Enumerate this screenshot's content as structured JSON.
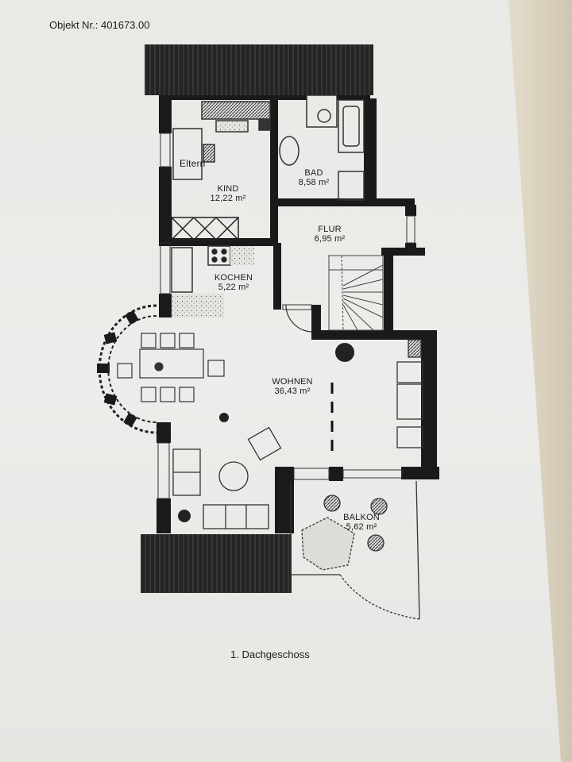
{
  "document": {
    "object_number": "Objekt Nr.: 401673.00",
    "floor_caption": "1. Dachgeschoss"
  },
  "rooms": {
    "eltern": {
      "name": "Eltern"
    },
    "kind": {
      "name": "KIND",
      "area": "12,22 m²"
    },
    "bad": {
      "name": "BAD",
      "area": "8,58 m²"
    },
    "flur": {
      "name": "FLUR",
      "area": "6,95 m²"
    },
    "kochen": {
      "name": "KOCHEN",
      "area": "5,22 m²"
    },
    "wohnen": {
      "name": "WOHNEN",
      "area": "36,43 m²"
    },
    "balkon": {
      "name": "BALKON",
      "area": "5,62 m²"
    }
  },
  "colors": {
    "wall": "#1a1a1a",
    "paper": "#eaeae7",
    "roof": "#222222",
    "line": "#2a2a2a"
  }
}
